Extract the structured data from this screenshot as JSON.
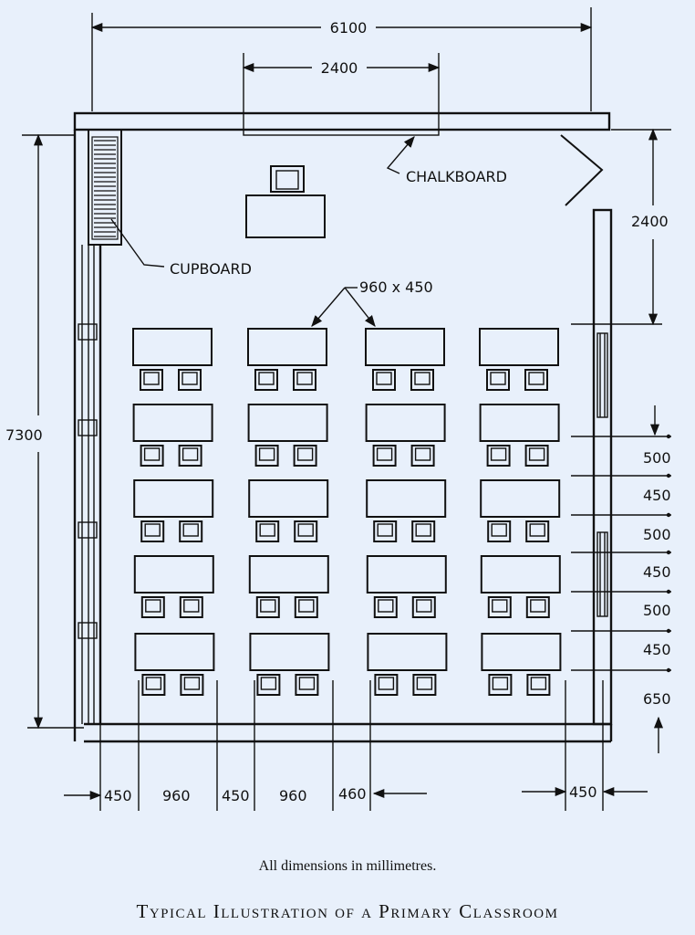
{
  "diagram": {
    "dimensions": {
      "room_width": "6100",
      "room_length": "7300",
      "chalkboard_width": "2400",
      "board_to_window": "2400",
      "desk_size": "960 x 450",
      "row_spacing": [
        "500",
        "450",
        "500",
        "450",
        "500",
        "450",
        "650"
      ],
      "bottom_spacing": [
        "450",
        "960",
        "450",
        "960",
        "460",
        "450"
      ]
    },
    "labels": {
      "chalkboard": "CHALKBOARD",
      "cupboard": "CUPBOARD"
    },
    "desk_grid": {
      "columns": 4,
      "rows": 5,
      "chairs_per_desk": 2
    }
  },
  "caption": {
    "note": "All dimensions in millimetres.",
    "title": "Typical Illustration of a Primary Classroom"
  }
}
